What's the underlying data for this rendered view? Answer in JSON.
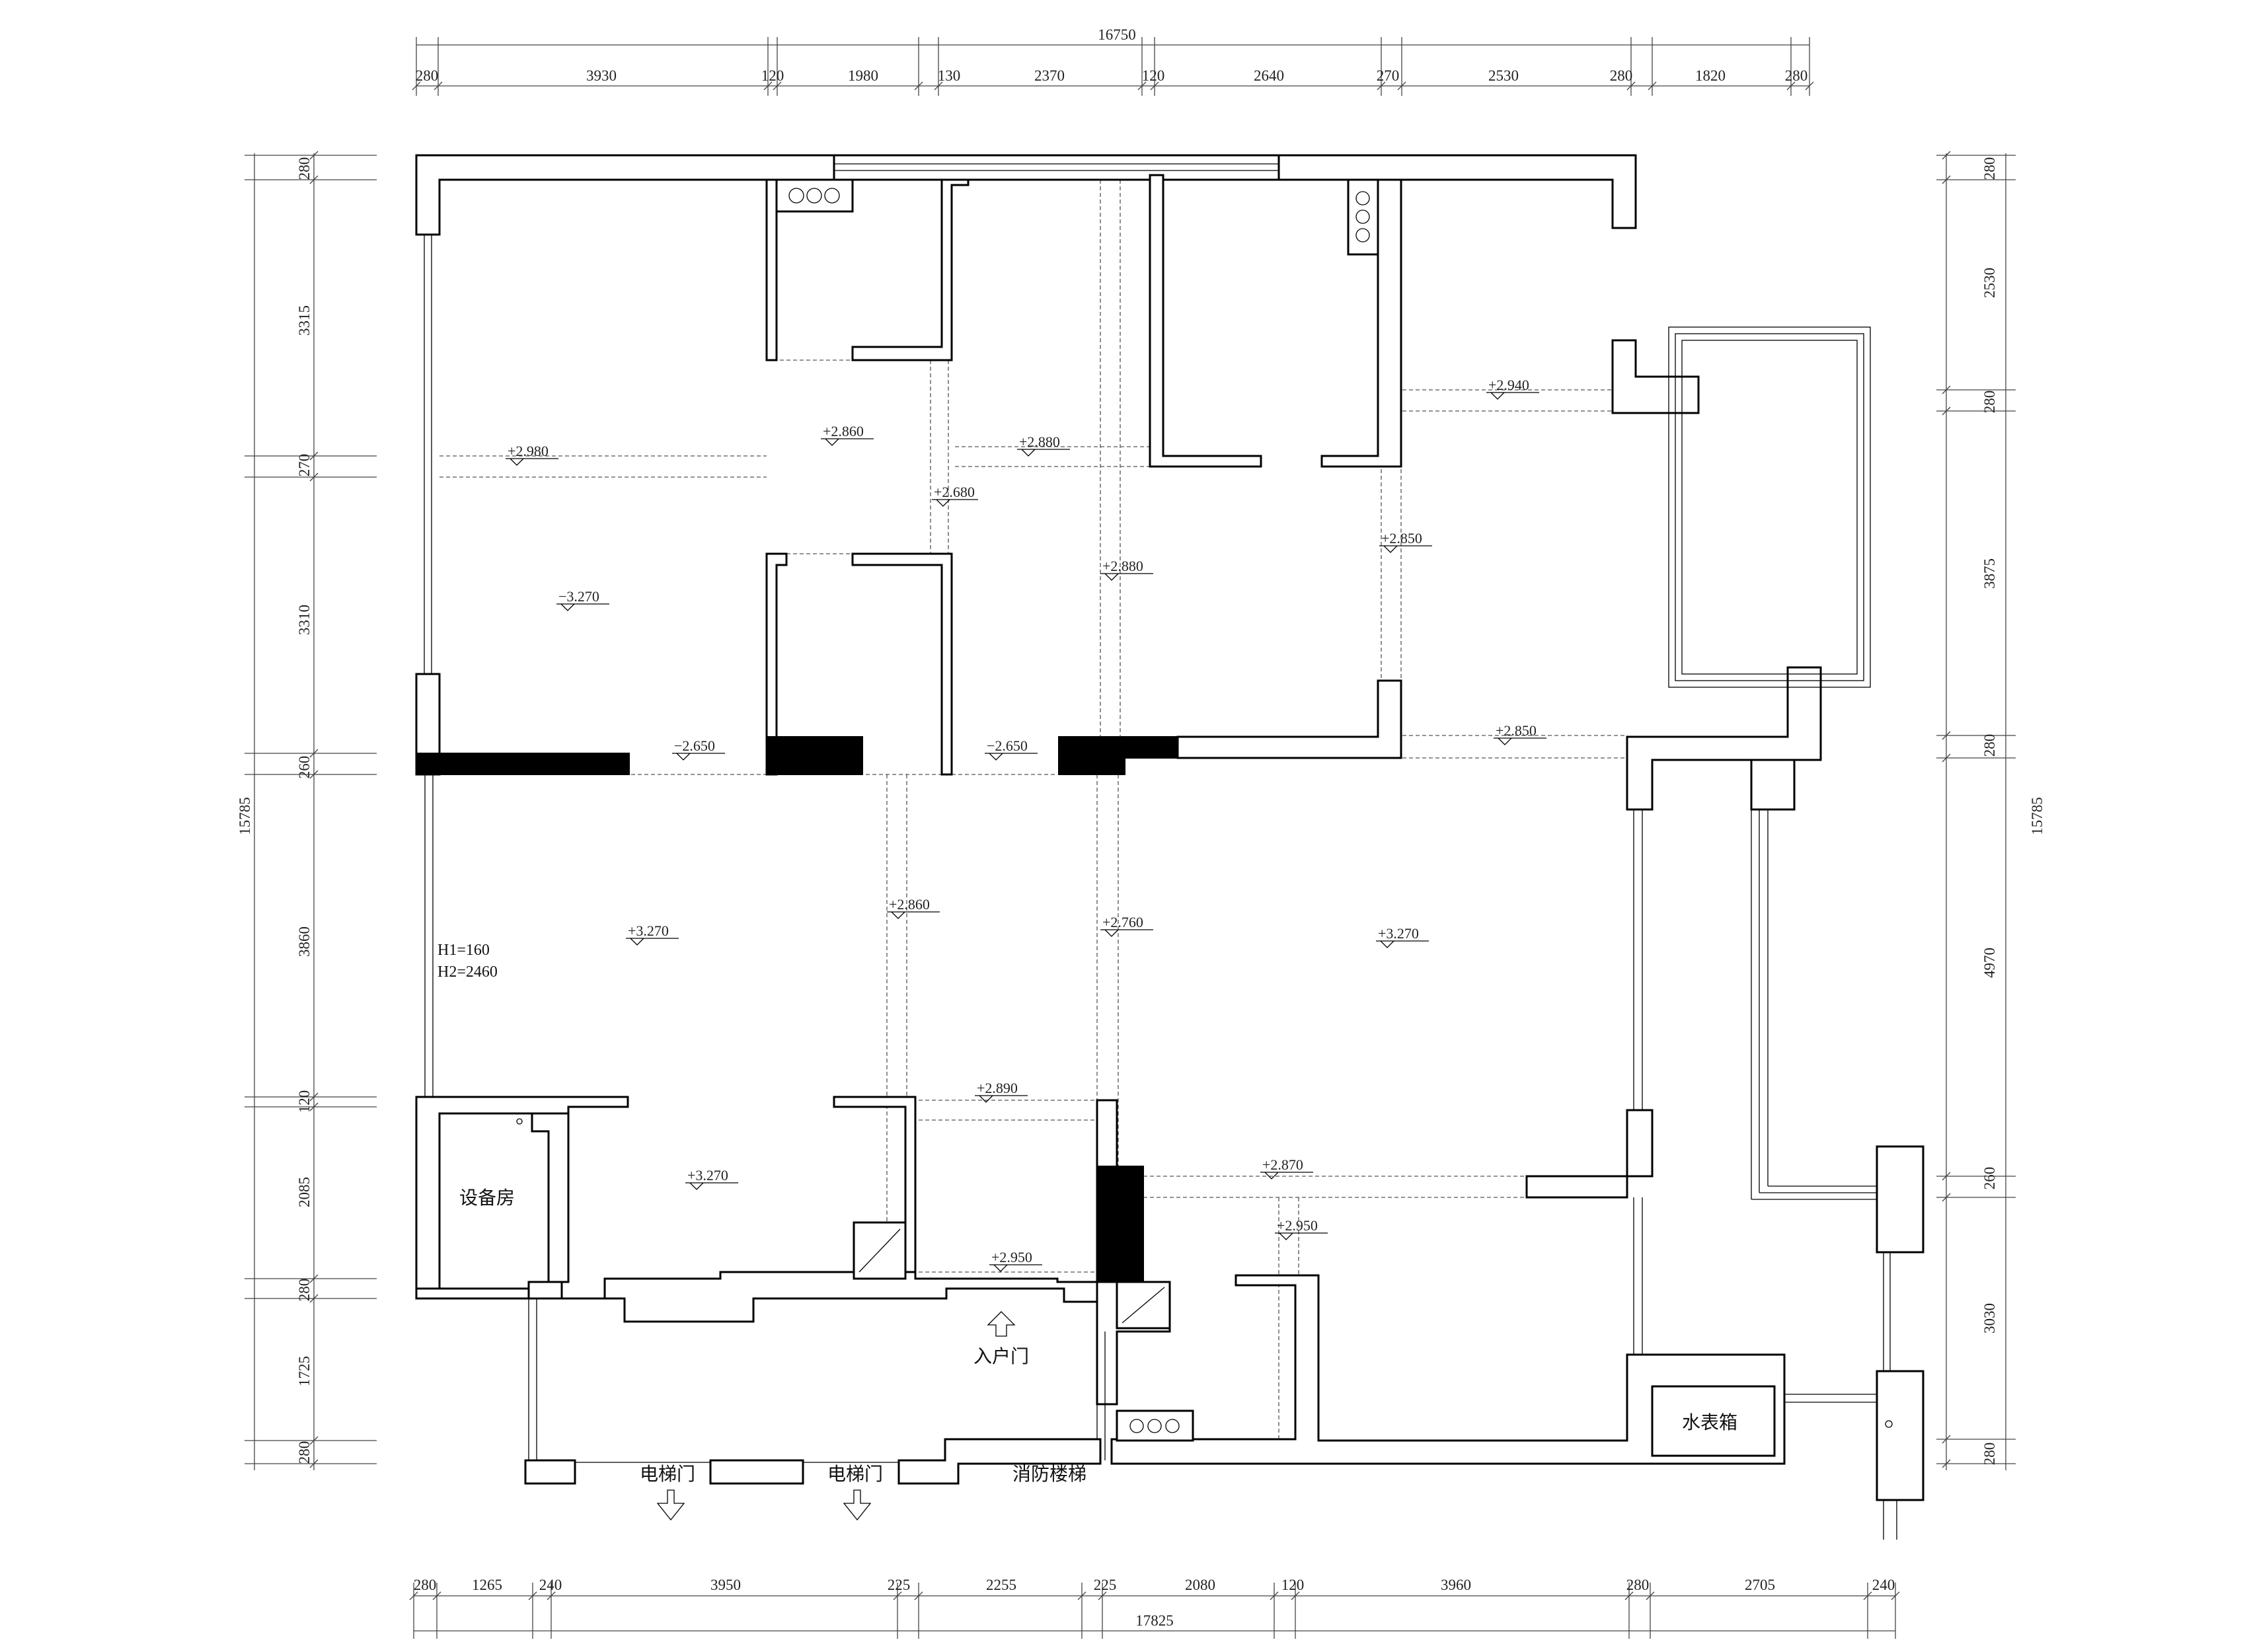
{
  "dims": {
    "top_total": "16750",
    "top": [
      "280",
      "3930",
      "120",
      "1980",
      "130",
      "2370",
      "120",
      "2640",
      "270",
      "2530",
      "280",
      "1820",
      "280"
    ],
    "bottom_total": "17825",
    "bottom": [
      "280",
      "1265",
      "240",
      "3950",
      "225",
      "2255",
      "225",
      "2080",
      "120",
      "3960",
      "280",
      "2705",
      "240"
    ],
    "left_total": "15785",
    "left": [
      "280",
      "3315",
      "270",
      "3310",
      "260",
      "3860",
      "120",
      "2085",
      "280",
      "1725",
      "280"
    ],
    "right_total": "15785",
    "right": [
      "280",
      "2530",
      "280",
      "3875",
      "280",
      "4970",
      "260",
      "3030",
      "280"
    ]
  },
  "levels": [
    "+2.980",
    "+2.860",
    "+2.880",
    "+2.680",
    "+2.880",
    "+2.940",
    "+2.850",
    "+2.850",
    "−3.270",
    "−2.650",
    "−2.650",
    "+3.270",
    "+2.860",
    "+2.760",
    "+3.270",
    "+2.890",
    "+3.270",
    "+2.870",
    "+2.950",
    "+2.950"
  ],
  "rooms": {
    "equipment_room": "设备房",
    "water_meter_box": "水表箱",
    "entrance_door": "入户门",
    "elevator_door_1": "电梯门",
    "elevator_door_2": "电梯门",
    "fire_stairs": "消防楼梯"
  },
  "notes": {
    "h1": "H1=160",
    "h2": "H2=2460"
  },
  "colors": {
    "line": "#000000",
    "background": "#ffffff"
  }
}
